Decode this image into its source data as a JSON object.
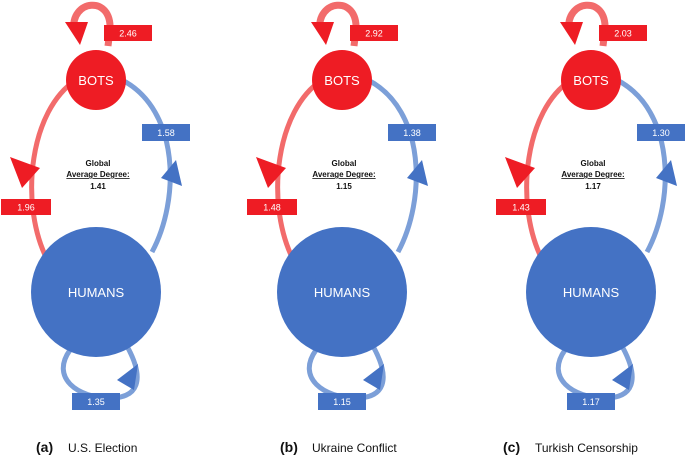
{
  "colors": {
    "bots": "#ee1c24",
    "humans": "#4472c4",
    "bot_edge": "#f26b6b",
    "human_edge": "#7c9fd8"
  },
  "panels": [
    {
      "bots_label": "BOTS",
      "humans_label": "HUMANS",
      "bot_self": "2.46",
      "bot_to_human": "1.96",
      "human_to_bot": "1.58",
      "human_self": "1.35",
      "global_line1": "Global",
      "global_line2": "Average Degree:",
      "global_value": "1.41",
      "caption_letter": "(a)",
      "caption_text": "U.S. Election"
    },
    {
      "bots_label": "BOTS",
      "humans_label": "HUMANS",
      "bot_self": "2.92",
      "bot_to_human": "1.48",
      "human_to_bot": "1.38",
      "human_self": "1.15",
      "global_line1": "Global",
      "global_line2": "Average Degree:",
      "global_value": "1.15",
      "caption_letter": "(b)",
      "caption_text": "Ukraine Conflict"
    },
    {
      "bots_label": "BOTS",
      "humans_label": "HUMANS",
      "bot_self": "2.03",
      "bot_to_human": "1.43",
      "human_to_bot": "1.30",
      "human_self": "1.17",
      "global_line1": "Global",
      "global_line2": "Average Degree:",
      "global_value": "1.17",
      "caption_letter": "(c)",
      "caption_text": "Turkish Censorship"
    }
  ]
}
